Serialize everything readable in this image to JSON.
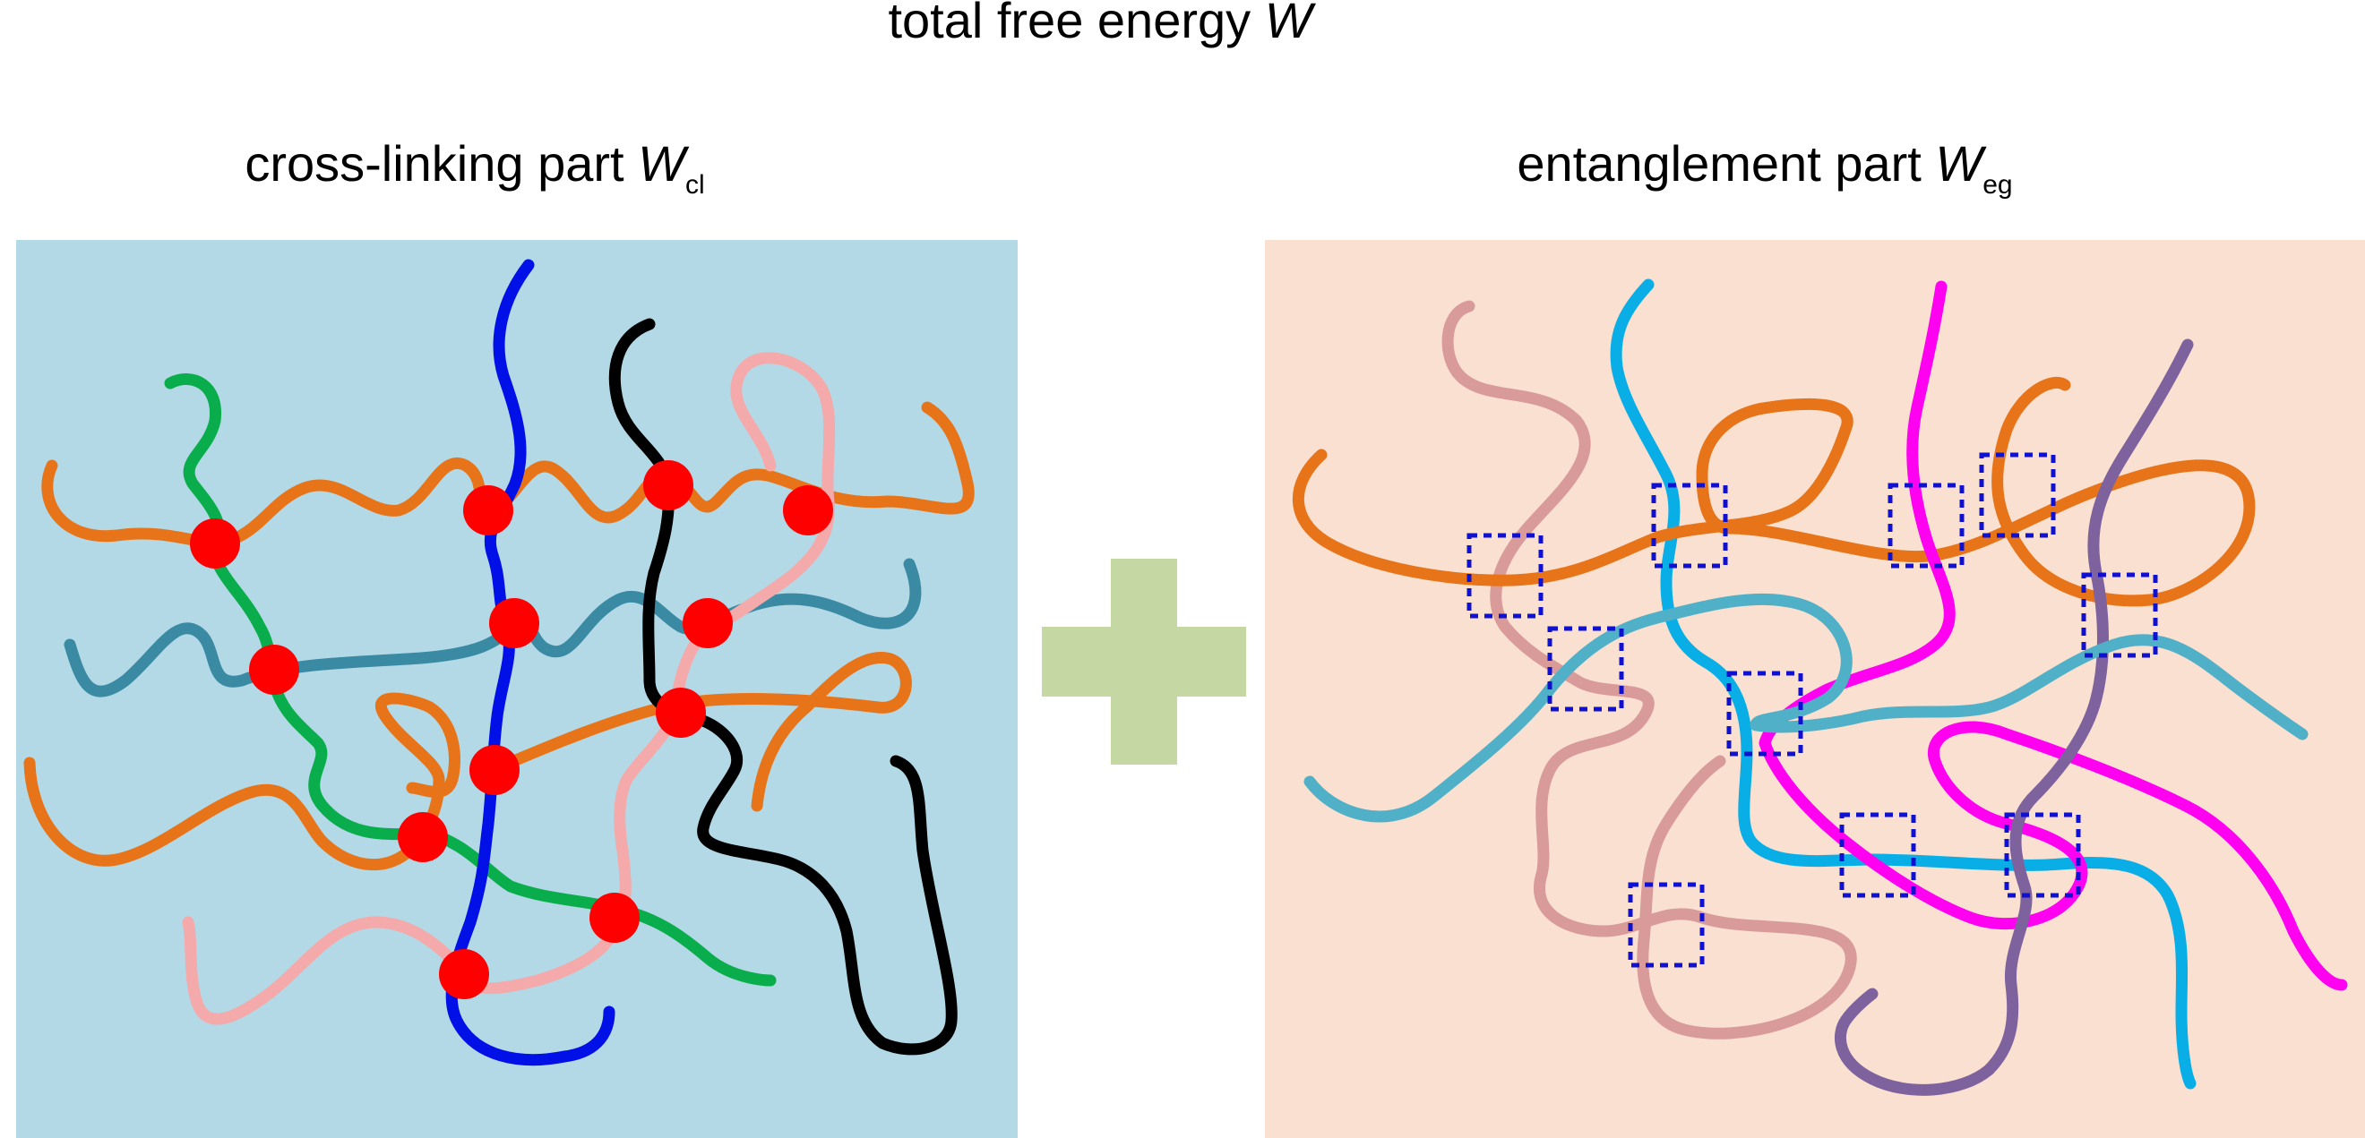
{
  "title": {
    "prefix": "total free energy ",
    "symbol": "W"
  },
  "left_panel": {
    "heading": {
      "prefix": "cross-linking part ",
      "symbol": "W",
      "subscript": "cl"
    },
    "background": "#b3d9e6",
    "crosslink_color": "#ff0000",
    "strand_colors": {
      "orange": "#e8741a",
      "green": "#0aad4b",
      "blue": "#0010e6",
      "black": "#000000",
      "pink": "#f4aaaa",
      "teal": "#3a8aa3"
    },
    "crosslink_count": 12
  },
  "operator": {
    "symbol": "plus-sign",
    "color": "#c5d7a3"
  },
  "right_panel": {
    "heading": {
      "prefix": "entanglement part ",
      "symbol": "W",
      "subscript": "eg"
    },
    "background": "#fae0d0",
    "entanglement_box_color": "#1010d0",
    "strand_colors": {
      "orange": "#e8741a",
      "mauve": "#d99a9a",
      "cyan": "#0aaee6",
      "magenta": "#ff00f0",
      "purple": "#7e629e",
      "light_blue": "#50b0c8"
    },
    "entanglement_count": 10
  }
}
